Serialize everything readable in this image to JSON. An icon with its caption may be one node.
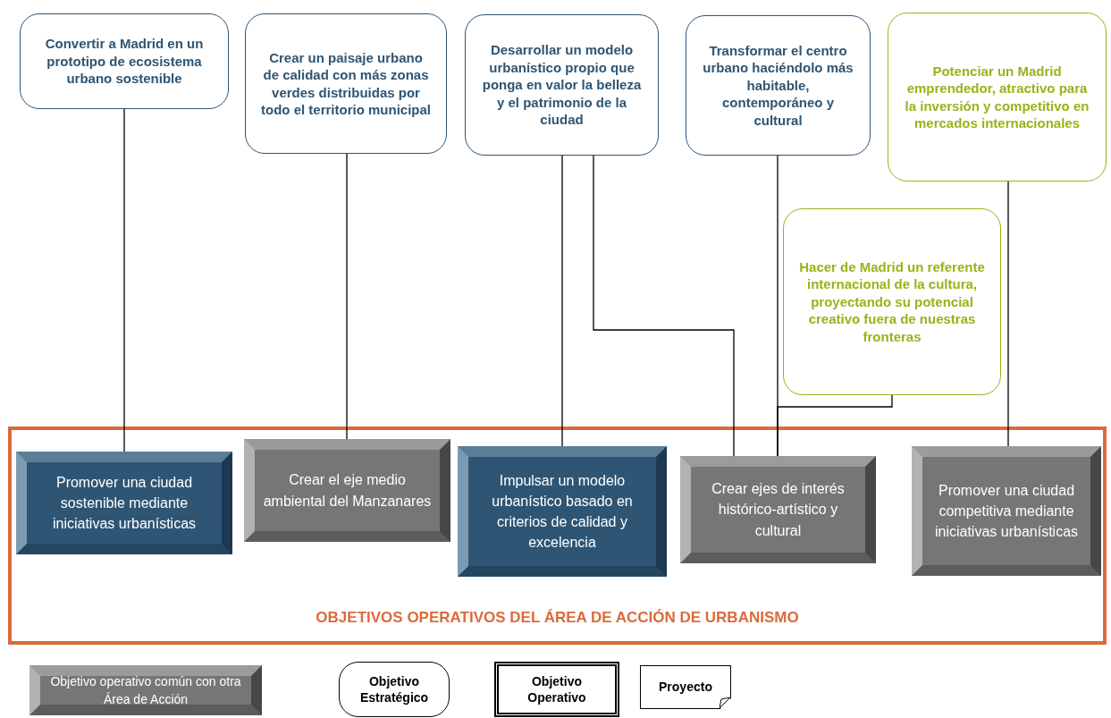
{
  "diagram": {
    "nodes": [
      {
        "text": [
          "Convertir a Madrid en un prototipo de ecosistema urbano sostenible"
        ]
      },
      {
        "text": [
          "Crear un paisaje urbano de calidad con más zonas verdes distribuidas por todo el territorio municipal"
        ]
      },
      {
        "text": [
          "Desarrollar un modelo urbanístico propio que ponga en valor la belleza y el patrimonio de la ciudad"
        ]
      },
      {
        "text": [
          "Transformar el centro urbano haciéndolo más habitable, contemporáneo y cultural"
        ]
      },
      {
        "text": [
          "Potenciar un Madrid emprendedor, atractivo para la inversión y competitivo en mercados internacionales"
        ]
      },
      {
        "text": [
          "Hacer de Madrid un referente internacional de la cultura, proyectando su  potencial creativo fuera de nuestras fronteras"
        ]
      },
      {
        "text": [
          "OBJETIVOS OPERATIVOS DEL ÁREA DE ACCIÓN DE URBANISMO"
        ]
      },
      {
        "text": [
          "Promover una ciudad sostenible mediante iniciativas urbanísticas"
        ],
        "in": 6
      },
      {
        "text": [
          "Crear el eje medio ambiental del Manzanares"
        ],
        "in": 6
      },
      {
        "text": [
          "Impulsar un modelo urbanístico basado en criterios de calidad y excelencia"
        ],
        "in": 6
      },
      {
        "text": [
          "Crear ejes de interés histórico-artístico y cultural"
        ],
        "in": 6
      },
      {
        "text": [
          "Promover una ciudad competitiva mediante iniciativas urbanísticas"
        ],
        "in": 6
      },
      {
        "text": [
          "Objetivo operativo común con otra Área de Acción"
        ]
      },
      {
        "text": [
          "Objetivo Estratégico"
        ]
      },
      {
        "text": [
          "Objetivo Operativo"
        ]
      },
      {
        "text": [
          "Proyecto"
        ]
      }
    ],
    "edges": [
      {
        "from": 0,
        "to": 7,
        "arrow": "none"
      },
      {
        "from": 1,
        "to": 8,
        "arrow": "none"
      },
      {
        "from": 2,
        "to": 9,
        "arrow": "none"
      },
      {
        "from": 2,
        "to": 10,
        "arrow": "none"
      },
      {
        "from": 3,
        "to": 10,
        "arrow": "none"
      },
      {
        "from": 5,
        "to": 10,
        "arrow": "none"
      },
      {
        "from": 4,
        "to": 11,
        "arrow": "none"
      }
    ]
  }
}
